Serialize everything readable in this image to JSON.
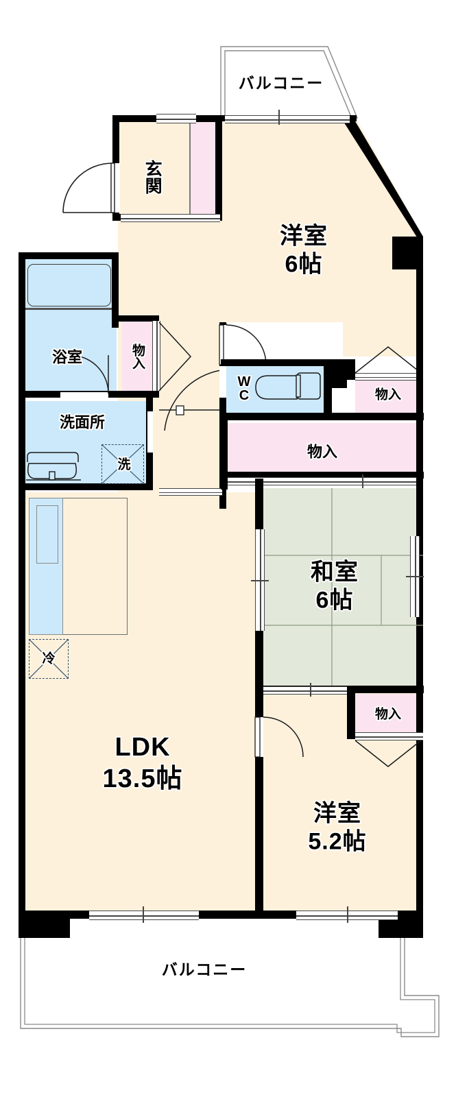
{
  "plan": {
    "type": "japanese-apartment-floor-plan",
    "layout_code": "3LDK",
    "unit_of_area": "帖",
    "rooms": [
      {
        "id": "balcony_top",
        "name": "バルコニー",
        "size": ""
      },
      {
        "id": "genkan",
        "name": "玄関",
        "size": ""
      },
      {
        "id": "yoshitsu_6",
        "name": "洋室",
        "size": "6帖"
      },
      {
        "id": "yokushitsu",
        "name": "浴室",
        "size": ""
      },
      {
        "id": "senmenjo",
        "name": "洗面所",
        "size": ""
      },
      {
        "id": "wc",
        "name": "WC",
        "size": ""
      },
      {
        "id": "washitsu_6",
        "name": "和室",
        "size": "6帖"
      },
      {
        "id": "ldk",
        "name": "LDK",
        "size": "13.5帖"
      },
      {
        "id": "yoshitsu_52",
        "name": "洋室",
        "size": "5.2帖"
      },
      {
        "id": "balcony_bottom",
        "name": "バルコニー",
        "size": ""
      }
    ],
    "storage_label": "物入",
    "storages": [
      {
        "id": "monoire_hall",
        "label": "物入"
      },
      {
        "id": "monoire_right",
        "label": "物入"
      },
      {
        "id": "monoire_center",
        "label": "物入"
      },
      {
        "id": "monoire_bottom",
        "label": "物入"
      }
    ],
    "appliances": [
      {
        "id": "washer",
        "label": "洗",
        "meaning": "washing-machine-space"
      },
      {
        "id": "fridge",
        "label": "冷",
        "meaning": "refrigerator-space"
      }
    ],
    "fixtures": [
      {
        "id": "bathtub",
        "label": ""
      },
      {
        "id": "vanity-sink",
        "label": ""
      },
      {
        "id": "toilet",
        "label": ""
      },
      {
        "id": "kitchen-sink",
        "label": ""
      }
    ],
    "labels": {
      "balcony": "バルコニー",
      "genkan": "玄関",
      "yoshitsu": "洋室",
      "yoshitsu_6_size": "6帖",
      "yoshitsu_52_size": "5.2帖",
      "yokushitsu": "浴室",
      "senmenjo": "洗面所",
      "wc_w": "W",
      "wc_c": "C",
      "washitsu": "和室",
      "washitsu_size": "6帖",
      "ldk": "LDK",
      "ldk_size": "13.5帖",
      "monoire": "物入",
      "washer": "洗",
      "fridge": "冷"
    },
    "colors": {
      "wall": "#000000",
      "floor_cream": "#fdf1dc",
      "storage_pink": "#fbe3ef",
      "water_blue": "#cce9fb",
      "tatami_green": "#e2e8da",
      "balcony_white": "#ffffff",
      "text": "#000000"
    }
  }
}
